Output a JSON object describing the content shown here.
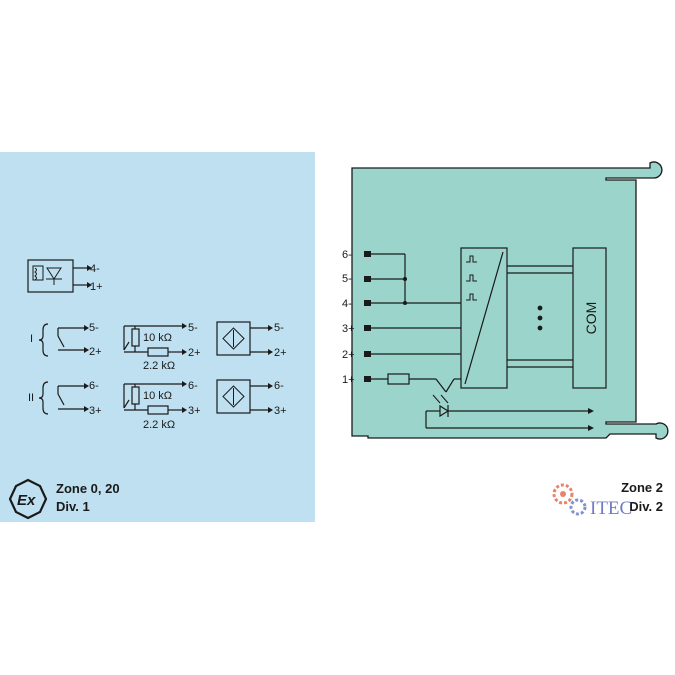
{
  "hazard_side": {
    "background": "#bfe0f1",
    "ex_symbol": "ex-symbol",
    "zone_line1": "Zone 0, 20",
    "zone_line2": "Div. 1",
    "sensor_groups": {
      "solenoid": {
        "t1": "4-",
        "t2": "1+"
      },
      "channel_1": {
        "roman": "I",
        "contact": {
          "t1": "5-",
          "t2": "2+"
        },
        "resistor_network": {
          "r_parallel": "10 kΩ",
          "r_series": "2.2 kΩ",
          "t1": "5-",
          "t2": "2+"
        },
        "proximity": {
          "t1": "5-",
          "t2": "2+"
        }
      },
      "channel_2": {
        "roman": "II",
        "contact": {
          "t1": "6-",
          "t2": "3+"
        },
        "resistor_network": {
          "r_parallel": "10 kΩ",
          "r_series": "2.2 kΩ",
          "t1": "6-",
          "t2": "3+"
        },
        "proximity": {
          "t1": "6-",
          "t2": "3+"
        }
      }
    }
  },
  "module": {
    "fill": "#9bd4cb",
    "terminals": [
      "6-",
      "5-",
      "4-",
      "3+",
      "2+",
      "1+"
    ],
    "com_label": "COM"
  },
  "safe_side": {
    "zone_line1": "Zone 2",
    "zone_line2": "Div. 2"
  },
  "watermark": {
    "text": "ITEC"
  }
}
